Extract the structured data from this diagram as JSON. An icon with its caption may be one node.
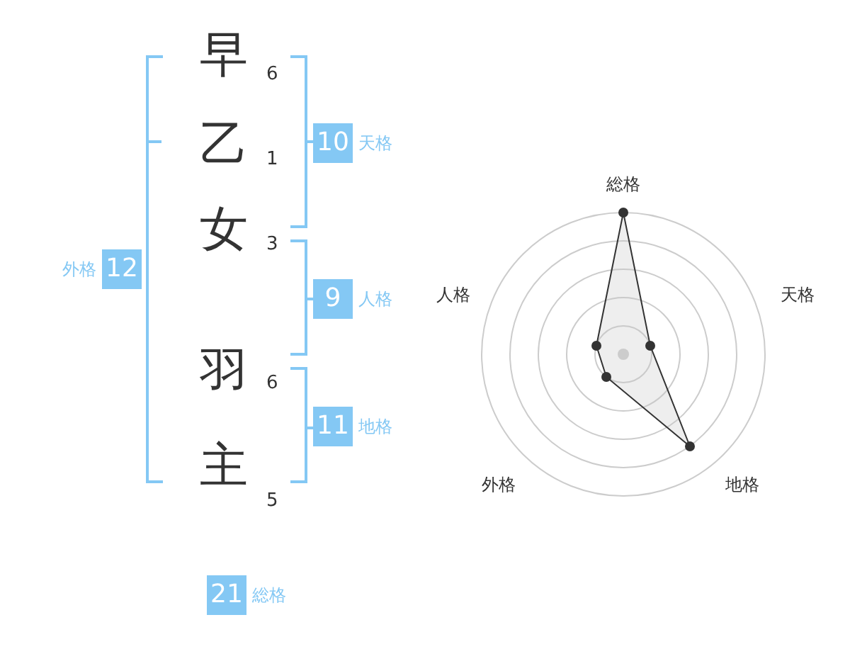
{
  "diagram": {
    "nodes": [
      {
        "text": [
          "10"
        ],
        "beside": [
          "天格"
        ]
      },
      {
        "text": [
          "12"
        ],
        "beside": [
          "外格"
        ]
      },
      {
        "text": [
          "9"
        ],
        "beside": [
          "人格"
        ]
      },
      {
        "text": [
          "11"
        ],
        "beside": [
          "地格"
        ]
      },
      {
        "text": [
          "21"
        ],
        "beside": [
          "総格"
        ]
      }
    ],
    "labels": [
      "早",
      "6",
      "乙",
      "1",
      "女",
      "3",
      "羽",
      "6",
      "主",
      "5",
      "総格",
      "人格",
      "天格",
      "外格",
      "地格"
    ]
  }
}
